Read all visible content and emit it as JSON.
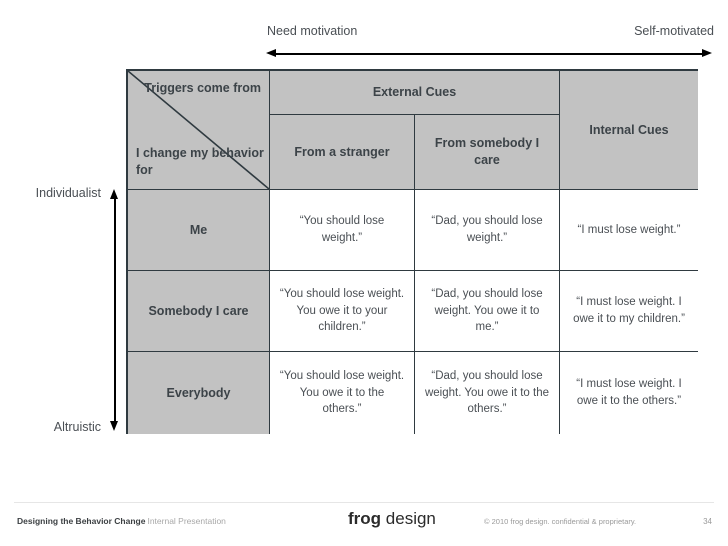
{
  "axes": {
    "horizontal": {
      "left_label": "Need motivation",
      "right_label": "Self-motivated"
    },
    "vertical": {
      "top_label": "Individualist",
      "bottom_label": "Altruistic"
    }
  },
  "matrix": {
    "corner": {
      "upper_label": "Triggers come from",
      "lower_label": "I change my behavior for"
    },
    "group_headers": {
      "external": "External Cues",
      "internal": "Internal Cues"
    },
    "column_headers": [
      "From a stranger",
      "From somebody I care"
    ],
    "rows": [
      {
        "header": "Me",
        "cells": [
          "“You should lose weight.”",
          "“Dad, you should lose weight.”",
          "“I must lose weight.”"
        ]
      },
      {
        "header": "Somebody I care",
        "cells": [
          "“You should lose weight. You owe it to your children.”",
          "“Dad, you should lose weight. You owe it to me.”",
          "“I must lose weight. I owe it to my children.”"
        ]
      },
      {
        "header": "Everybody",
        "cells": [
          "“You should lose weight. You owe it to the others.”",
          "“Dad, you should lose weight. You owe it to the others.”",
          "“I must lose weight. I owe it to the others.”"
        ]
      }
    ]
  },
  "footer": {
    "deck_title": "Designing the Behavior Change",
    "deck_subtitle": "Internal Presentation",
    "logo_primary": "frog",
    "logo_secondary": "design",
    "copyright": "© 2010 frog design. confidential & proprietary.",
    "page_number": "34"
  },
  "colors": {
    "header_fill": "#c2c2c2",
    "border": "#2f3a40",
    "text": "#4a4f54"
  }
}
